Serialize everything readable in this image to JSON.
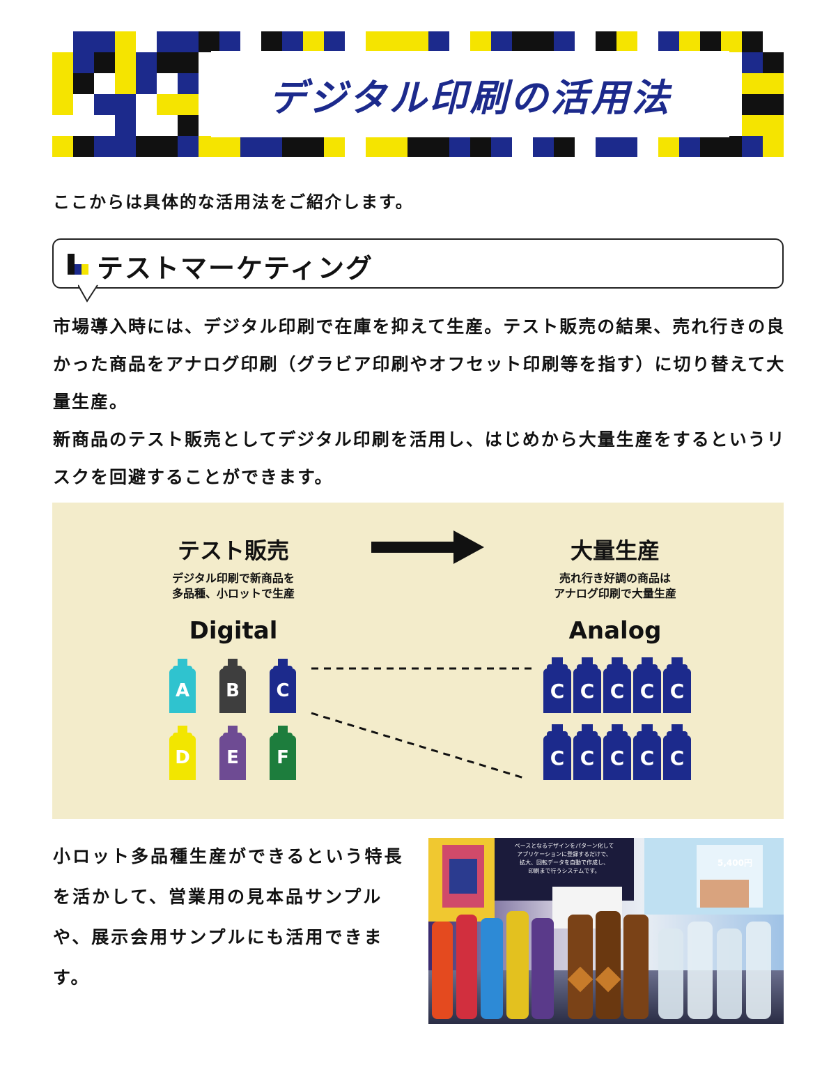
{
  "banner": {
    "title": "デジタル印刷の活用法"
  },
  "intro": "ここからは具体的な活用法をご紹介します。",
  "section": {
    "title": "テストマーケティング",
    "paragraphs": [
      "市場導入時には、デジタル印刷で在庫を抑えて生産。テスト販売の結果、売れ行きの良かった商品をアナログ印刷（グラビア印刷やオフセット印刷等を指す）に切り替えて大量生産。",
      "新商品のテスト販売としてデジタル印刷を活用し、はじめから大量生産をするというリスクを回避することができます。"
    ]
  },
  "diagram": {
    "left_heading": "テスト販売",
    "left_sub_1": "デジタル印刷で新商品を",
    "left_sub_2": "多品種、小ロットで生産",
    "left_label": "Digital",
    "right_heading": "大量生産",
    "right_sub_1": "売れ行き好調の商品は",
    "right_sub_2": "アナログ印刷で大量生産",
    "right_label": "Analog",
    "products": [
      {
        "letter": "A",
        "color": "#2fc3cf"
      },
      {
        "letter": "B",
        "color": "#3e3e3e"
      },
      {
        "letter": "C",
        "color": "#1c2a8c"
      },
      {
        "letter": "D",
        "color": "#f2e600"
      },
      {
        "letter": "E",
        "color": "#6e4b93"
      },
      {
        "letter": "F",
        "color": "#1d7d3d"
      }
    ],
    "mass_letter": "C"
  },
  "bottom": {
    "text": "小ロット多品種生産ができるという特長を活かして、営業用の見本品サンプルや、展示会用サンプルにも活用できます。",
    "photo_caption_1": "ベースとなるデザインをパターン化して",
    "photo_caption_2": "アプリケーションに登録するだけで、",
    "photo_caption_3": "拡大、回転データを自動で作成し、",
    "photo_caption_4": "印刷まで行うシステムです。",
    "photo_price": "5,400円"
  },
  "colors": {
    "navy": "#1c2a8c",
    "yellow": "#f5e400",
    "black": "#111111",
    "cream": "#f3eccb"
  }
}
